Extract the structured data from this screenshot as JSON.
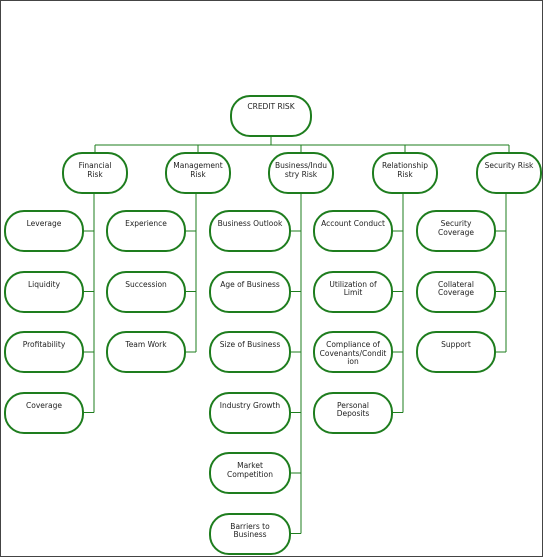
{
  "colors": {
    "node_border": "#1e7d1e",
    "connector": "#1e7d1e",
    "text": "#222222",
    "frame": "#444444"
  },
  "root": {
    "label": "CREDIT RISK"
  },
  "categories": [
    {
      "label": "Financial Risk",
      "items": [
        "Leverage",
        "Liquidity",
        "Profitability",
        "Coverage"
      ]
    },
    {
      "label": "Management Risk",
      "items": [
        "Experience",
        "Succession",
        "Team Work"
      ]
    },
    {
      "label": "Business/Indu stry Risk",
      "items": [
        "Business Outlook",
        "Age of Business",
        "Size of Business",
        "Industry Growth",
        "Market Competition",
        "Barriers to Business"
      ]
    },
    {
      "label": "Relationship Risk",
      "items": [
        "Account Conduct",
        "Utilization of Limit",
        "Compliance of Covenants/Condit ion",
        "Personal Deposits"
      ]
    },
    {
      "label": "Security Risk",
      "items": [
        "Security Coverage",
        "Collateral Coverage",
        "Support"
      ]
    }
  ]
}
